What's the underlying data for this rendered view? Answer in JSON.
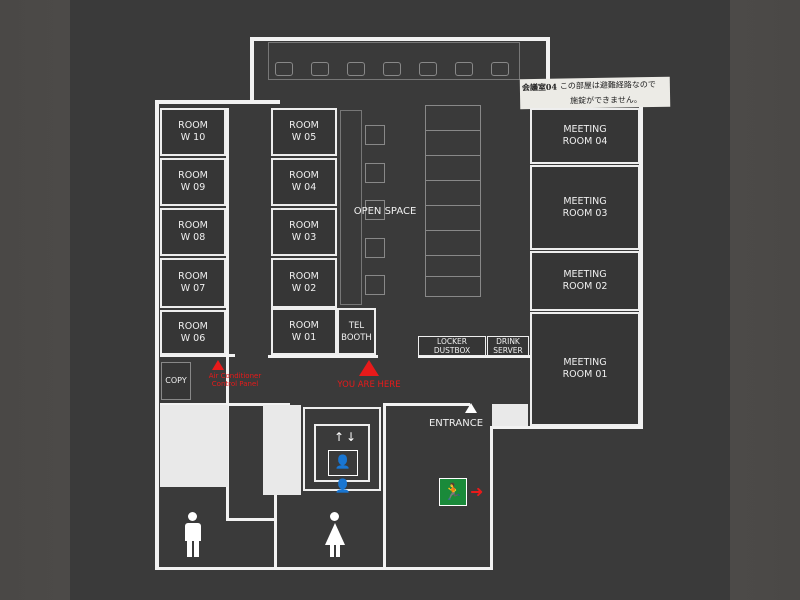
{
  "rooms_west": [
    {
      "label": "ROOM\nW 10"
    },
    {
      "label": "ROOM\nW 09"
    },
    {
      "label": "ROOM\nW 08"
    },
    {
      "label": "ROOM\nW 07"
    },
    {
      "label": "ROOM\nW 06"
    }
  ],
  "rooms_center": [
    {
      "label": "ROOM\nW 05"
    },
    {
      "label": "ROOM\nW 04"
    },
    {
      "label": "ROOM\nW 03"
    },
    {
      "label": "ROOM\nW 02"
    },
    {
      "label": "ROOM\nW 01"
    }
  ],
  "tel_booth": "TEL\nBOOTH",
  "meeting_rooms": [
    {
      "label": "MEETING\nROOM 04"
    },
    {
      "label": "MEETING\nROOM 03"
    },
    {
      "label": "MEETING\nROOM 02"
    },
    {
      "label": "MEETING\nROOM 01"
    }
  ],
  "open_space": "OPEN SPACE",
  "locker": "LOCKER\nDUSTBOX",
  "drink": "DRINK\nSERVER",
  "copy": "COPY",
  "ac_panel": "Air Conditioner\nControl Panel",
  "you_are_here": "YOU ARE HERE",
  "entrance": "ENTRANCE",
  "notice": {
    "line1": "この部屋は避難経路なので",
    "line2": "施錠ができません。",
    "overlap": "会議室04"
  },
  "colors": {
    "board": "#3a3a3a",
    "lines": "#f2f2f2",
    "marker": "#e81a1a",
    "exit": "#1a8a3a"
  },
  "icons": [
    "elevator-icon",
    "men-restroom-icon",
    "women-restroom-icon",
    "emergency-exit-icon",
    "arrow-right-icon",
    "you-are-here-marker-icon",
    "entrance-marker-icon"
  ]
}
